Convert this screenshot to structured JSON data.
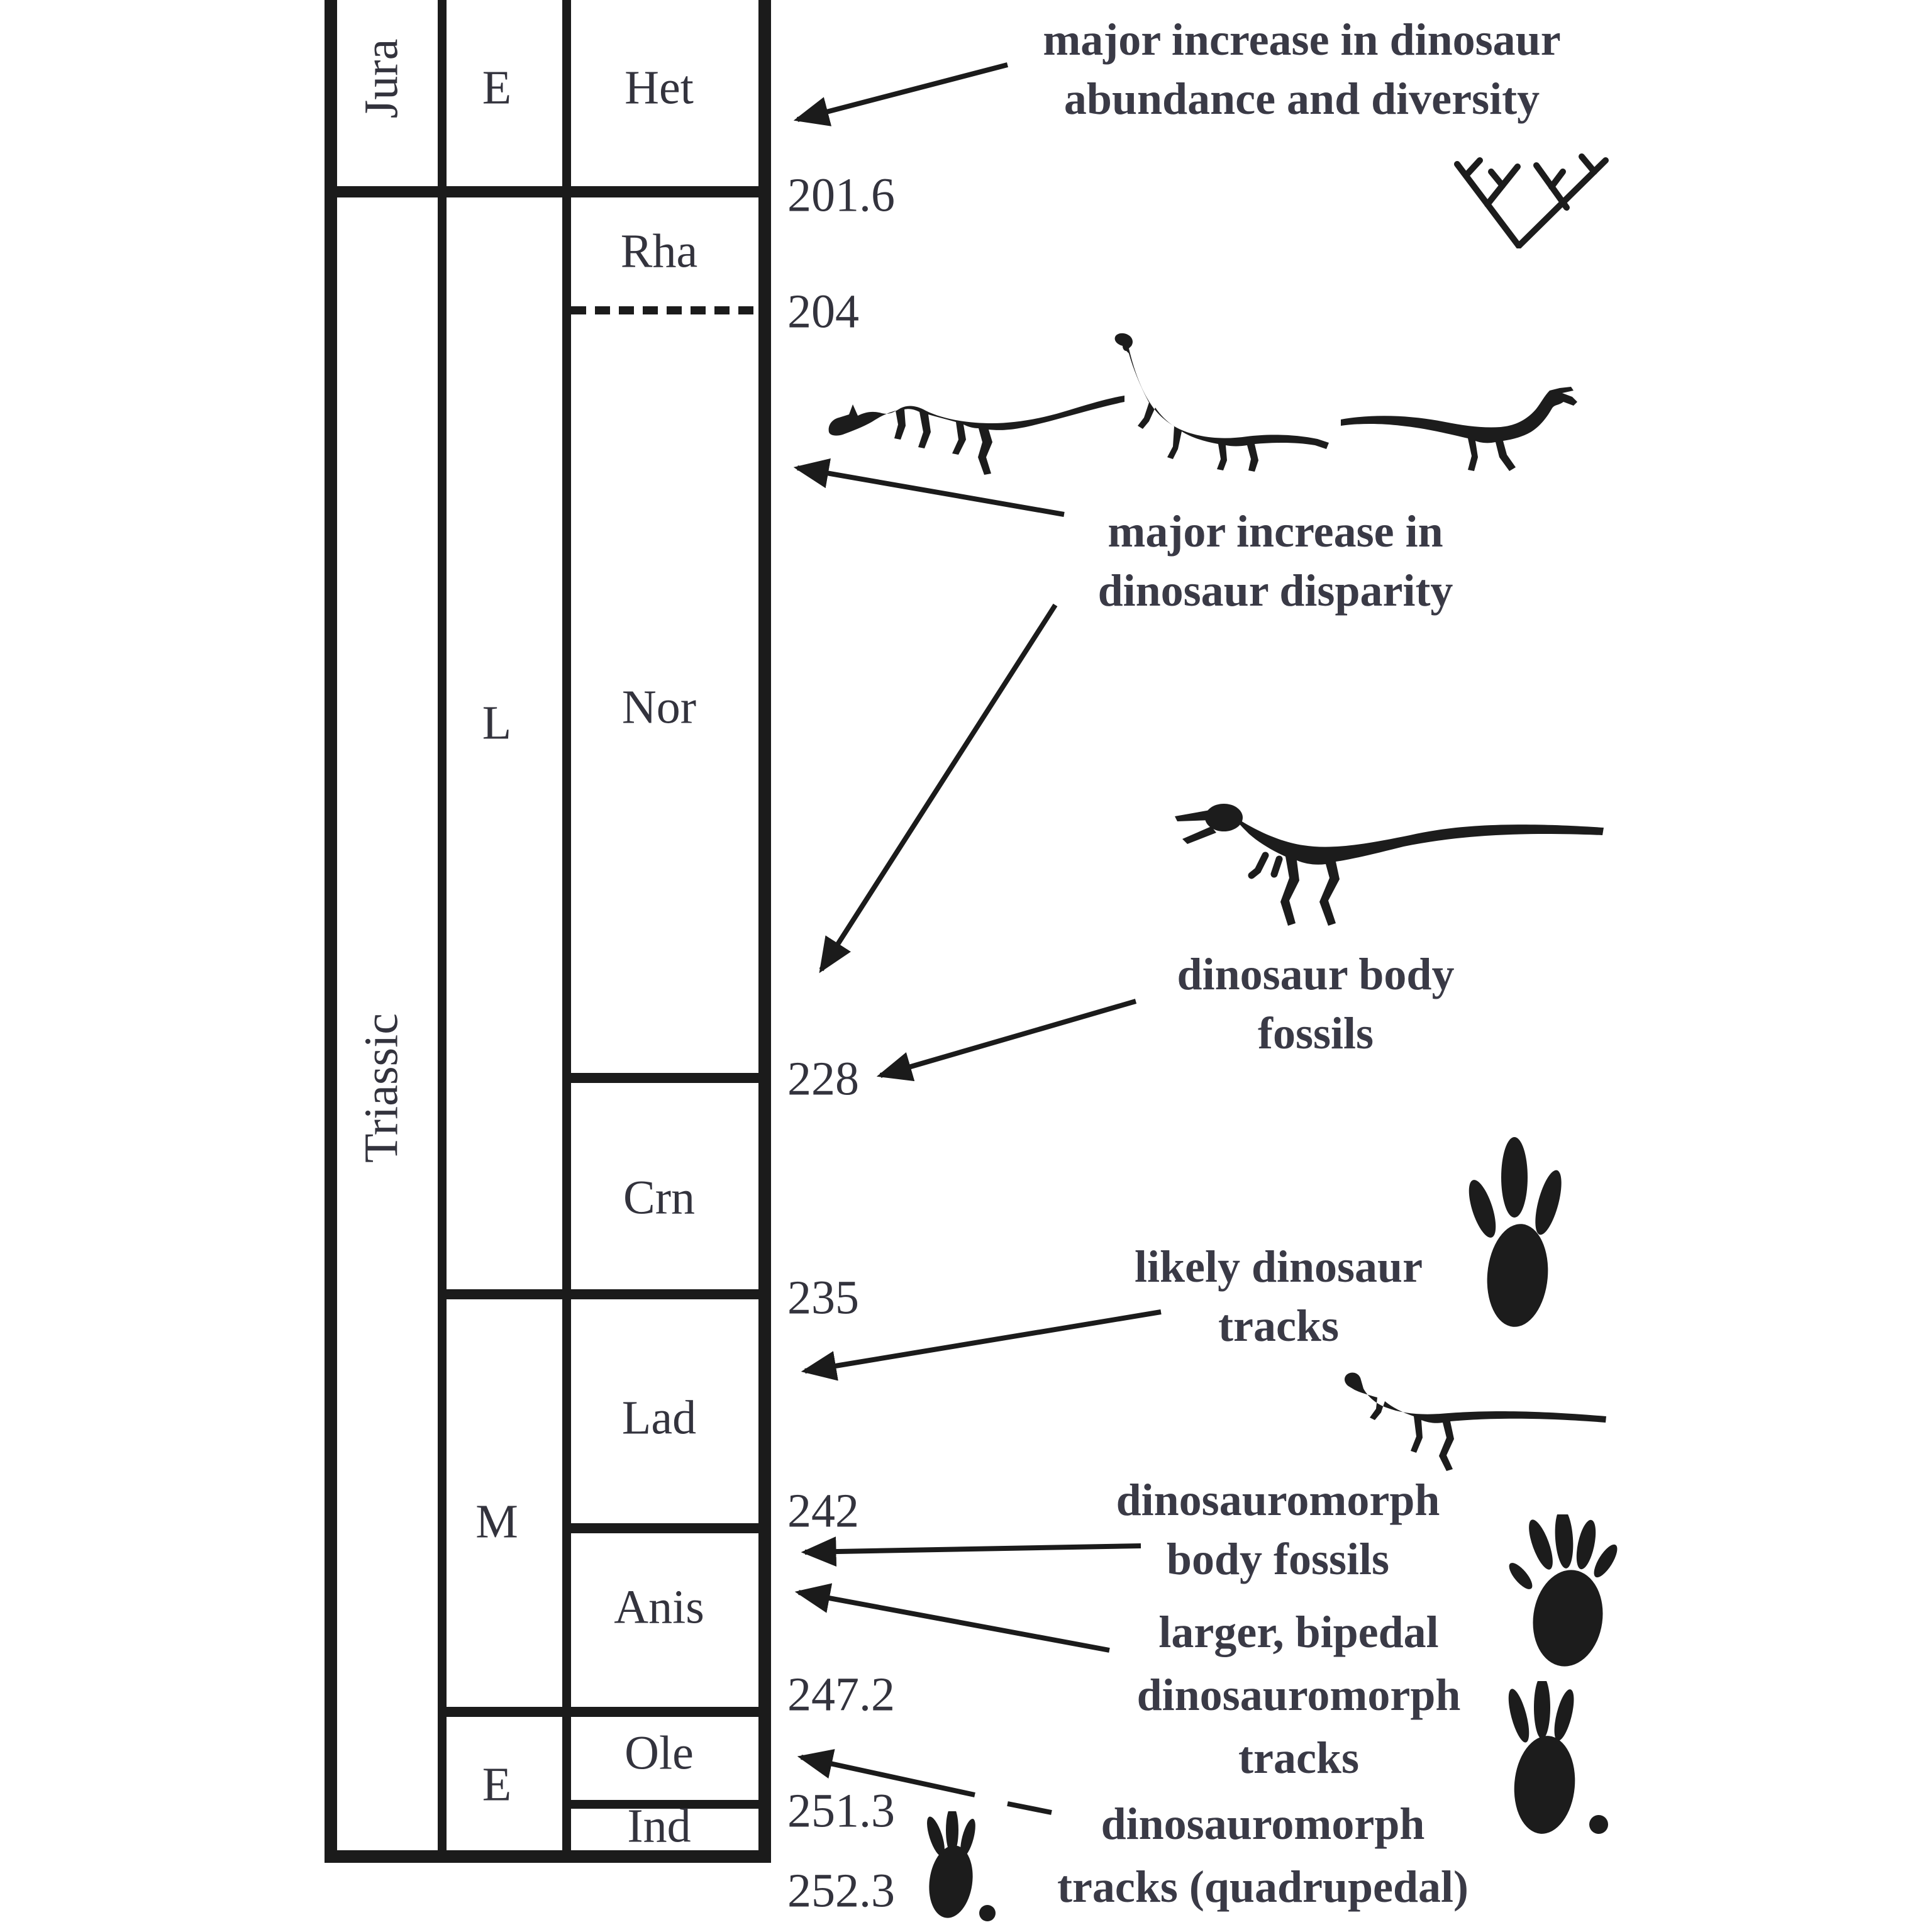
{
  "colors": {
    "background": "#ffffff",
    "line": "#1b1b1b",
    "text": "#33333d",
    "annotation_text": "#3a3a46",
    "silhouette": "#1c1c1c"
  },
  "table": {
    "periods": [
      {
        "label": "Jura"
      },
      {
        "label": "Triassic"
      }
    ],
    "epochs": [
      {
        "label": "E"
      },
      {
        "label": "L"
      },
      {
        "label": "M"
      },
      {
        "label": "E"
      }
    ],
    "stages": [
      {
        "label": "Het"
      },
      {
        "label": "Rha"
      },
      {
        "label": "Nor"
      },
      {
        "label": "Crn"
      },
      {
        "label": "Lad"
      },
      {
        "label": "Anis"
      },
      {
        "label": "Ole"
      },
      {
        "label": "Ind"
      }
    ]
  },
  "ages": [
    {
      "value": "201.6"
    },
    {
      "value": "204"
    },
    {
      "value": "228"
    },
    {
      "value": "235"
    },
    {
      "value": "242"
    },
    {
      "value": "247.2"
    },
    {
      "value": "251.3"
    },
    {
      "value": "252.3"
    }
  ],
  "annotations": {
    "abundance": {
      "line1": "major increase in dinosaur",
      "line2": "abundance and diversity"
    },
    "disparity": {
      "line1": "major increase in",
      "line2": "dinosaur disparity"
    },
    "body_fossils": {
      "line1": "dinosaur body",
      "line2": "fossils"
    },
    "likely_tracks": {
      "line1": "likely dinosaur",
      "line2": "tracks"
    },
    "dinosauromorph_body": {
      "line1": "dinosauromorph",
      "line2": "body fossils"
    },
    "larger_bipedal": {
      "line1": "larger, bipedal",
      "line2": "dinosauromorph",
      "line3": "tracks"
    },
    "dinosauromorph_tracks": {
      "line1": "dinosauromorph",
      "line2": "tracks (quadrupedal)"
    }
  },
  "icons": {
    "cladogram": "cladogram-icon",
    "ornithischian": "ornithischian-dinosaur-icon",
    "sauropodomorph": "sauropodomorph-dinosaur-icon",
    "early_theropod": "early-theropod-dinosaur-icon",
    "theropod": "theropod-dinosaur-icon",
    "dinosauromorph": "small-dinosauromorph-icon",
    "track_large": "large-three-toed-track-icon",
    "track_bipedal_a": "bipedal-dinosauromorph-track-icon",
    "track_bipedal_b": "bipedal-dinosauromorph-track-icon",
    "track_quadrupedal": "small-quadrupedal-track-icon"
  }
}
